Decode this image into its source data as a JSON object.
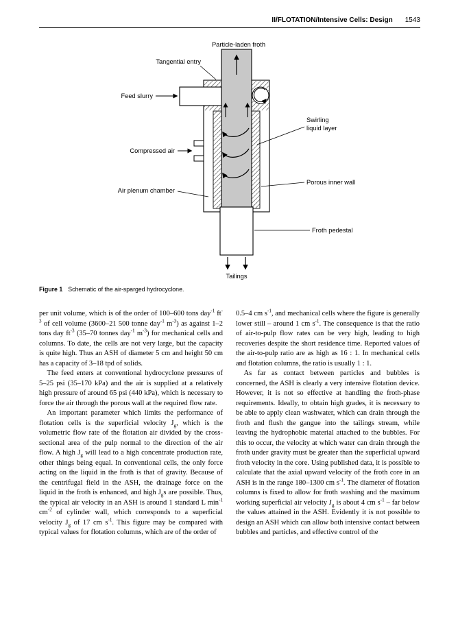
{
  "header": {
    "title": "II/FLOTATION/Intensive Cells: Design",
    "page_number": "1543"
  },
  "figure": {
    "caption_label": "Figure 1",
    "caption_text": "Schematic of the air-sparged hydrocyclone.",
    "labels": {
      "particle_laden_froth": "Particle-laden froth",
      "tangential_entry": "Tangential entry",
      "feed_slurry": "Feed slurry",
      "compressed_air": "Compressed air",
      "air_plenum_chamber": "Air plenum chamber",
      "swirling_line1": "Swirling",
      "swirling_line2": "liquid layer",
      "porous_inner_wall": "Porous inner wall",
      "froth_pedestal": "Froth pedestal",
      "tailings": "Tailings"
    },
    "colors": {
      "core_gray": "#c8c8c8",
      "line": "#000000"
    }
  },
  "body": {
    "left_column": [
      "per unit volume, which is of the order of 100–600 tons day^{-1} ft^{-3} of cell volume (3600–21 500 tonne day^{-1} m^{-3}) as against 1–2 tons day ft^{-3} (35–70 tonnes day^{-1} m^{-3}) for mechanical cells and columns. To date, the cells are not very large, but the capacity is quite high. Thus an ASH of diameter 5 cm and height 50 cm has a capacity of 3–18 tpd of solids.",
      "The feed enters at conventional hydrocyclone pressures of 5–25 psi (35–170 kPa) and the air is supplied at a relatively high pressure of around 65 psi (440 kPa), which is necessary to force the air through the porous wall at the required flow rate.",
      "An important parameter which limits the performance of flotation cells is the superficial velocity J_{g}, which is the volumetric flow rate of the flotation air divided by the cross-sectional area of the pulp normal to the direction of the air flow. A high J_{g} will lead to a high concentrate production rate, other things being equal. In conventional cells, the only force acting on the liquid in the froth is that of gravity. Because of the centrifugal field in the ASH, the drainage force on the liquid in the froth is enhanced, and high J_{g}s are possible. Thus, the typical air velocity in an ASH is around 1 standard L min^{-1} cm^{-2} of cylinder wall, which corresponds to a superficial velocity J_{g} of 17 cm s^{-1}. This figure may be compared with typical values for flotation columns, which are of the order of"
    ],
    "right_column": [
      "0.5–4 cm s^{-1}, and mechanical cells where the figure is generally lower still – around 1 cm s^{-1}. The consequence is that the ratio of air-to-pulp flow rates can be very high, leading to high recoveries despite the short residence time. Reported values of the air-to-pulp ratio are as high as 16 : 1. In mechanical cells and flotation columns, the ratio is usually 1 : 1.",
      "As far as contact between particles and bubbles is concerned, the ASH is clearly a very intensive flotation device. However, it is not so effective at handling the froth-phase requirements. Ideally, to obtain high grades, it is necessary to be able to apply clean washwater, which can drain through the froth and flush the gangue into the tailings stream, while leaving the hydrophobic material attached to the bubbles. For this to occur, the velocity at which water can drain through the froth under gravity must be greater than the superficial upward froth velocity in the core. Using published data, it is possible to calculate that the axial upward velocity of the froth core in an ASH is in the range 180–1300 cm s^{-1}. The diameter of flotation columns is fixed to allow for froth washing and the maximum working superficial air velocity J_{g} is about 4 cm s^{-1} – far below the values attained in the ASH. Evidently it is not possible to design an ASH which can allow both intensive contact between bubbles and particles, and effective control of the"
    ]
  }
}
